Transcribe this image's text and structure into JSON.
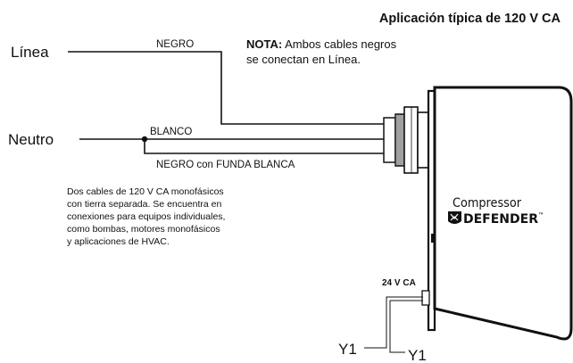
{
  "title": "Aplicación típica de 120 V CA",
  "note": {
    "bold": "NOTA:",
    "line1": " Ambos cables negros",
    "line2": "se conectan en Línea."
  },
  "terminals": {
    "line": "Línea",
    "neutral": "Neutro",
    "y1_left": "Y1",
    "y1_right": "Y1"
  },
  "wire_labels": {
    "black": "NEGRO",
    "white": "BLANCO",
    "black_white_sleeve": "NEGRO con FUNDA BLANCA",
    "low_voltage": "24 V CA"
  },
  "description": [
    "Dos cables de 120 V CA monofásicos",
    "con tierra separada. Se encuentra en",
    "conexiones para equipos individuales,",
    "como bombas, motores monofásicos",
    "y aplicaciones de HVAC."
  ],
  "device": {
    "line1": "Compressor",
    "line2": "DEFENDER",
    "trademark": "™",
    "logo_icon": "defender-shield-logo"
  }
}
